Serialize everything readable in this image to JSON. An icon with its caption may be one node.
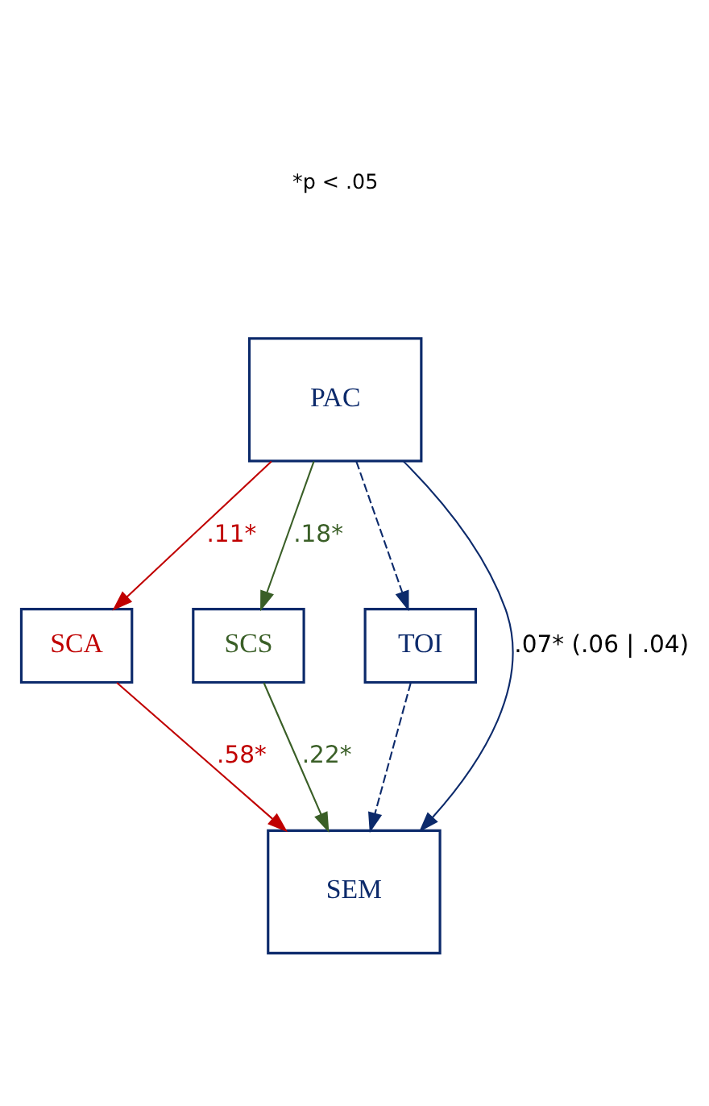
{
  "diagram": {
    "nodes": [
      {
        "text": [
          "PAC"
        ]
      },
      {
        "text": [
          "SCA"
        ]
      },
      {
        "text": [
          "SCS"
        ]
      },
      {
        "text": [
          "TOI"
        ]
      },
      {
        "text": [
          "SEM"
        ]
      }
    ],
    "edges": [
      {
        "from": 0,
        "to": 1,
        "arrow": "to",
        "label": ".11*",
        "color": "#c00000"
      },
      {
        "from": 0,
        "to": 2,
        "arrow": "to",
        "label": ".18*",
        "color": "#3a5f27"
      },
      {
        "from": 0,
        "to": 3,
        "arrow": "to",
        "style": "dashed"
      },
      {
        "from": 0,
        "to": 4,
        "arrow": "to",
        "label": ".07* (.06 | .04)"
      },
      {
        "from": 1,
        "to": 4,
        "arrow": "to",
        "label": ".58*",
        "color": "#c00000"
      },
      {
        "from": 2,
        "to": 4,
        "arrow": "to",
        "label": ".22*",
        "color": "#3a5f27"
      },
      {
        "from": 3,
        "to": 4,
        "arrow": "to",
        "style": "dashed"
      }
    ],
    "labels": [
      "*p < .05"
    ]
  }
}
